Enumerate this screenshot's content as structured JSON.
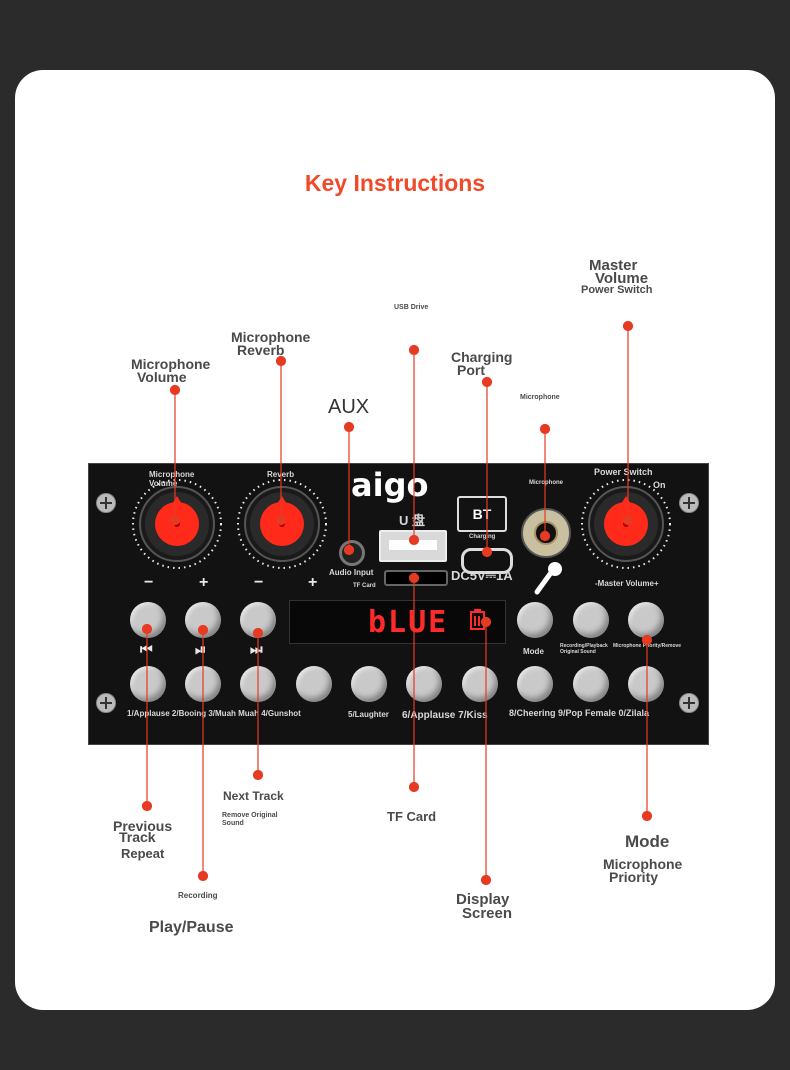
{
  "title": "Key Instructions",
  "callouts": {
    "mic_volume": [
      "Microphone",
      "Volume"
    ],
    "mic_reverb": [
      "Microphone",
      "Reverb"
    ],
    "aux": "AUX",
    "usb_drive": "USB Drive",
    "charging_port": [
      "Charging",
      "Port"
    ],
    "microphone": "Microphone",
    "master_volume": [
      "Master",
      "Volume"
    ],
    "power_switch": "Power Switch",
    "previous_track": [
      "Previous",
      "Track"
    ],
    "repeat": "Repeat",
    "recording": "Recording",
    "play_pause": "Play/Pause",
    "next_track": "Next Track",
    "remove_original_sound": [
      "Remove Original",
      "Sound"
    ],
    "tf_card": "TF Card",
    "display_screen": [
      "Display",
      "Screen"
    ],
    "mode": "Mode",
    "mic_priority": [
      "Microphone",
      "Priority"
    ]
  },
  "panel": {
    "logo": "aigo",
    "u_disk": "U 盘",
    "knob_mic_label": [
      "Microphone",
      "Volume"
    ],
    "knob_reverb_label": "Reverb",
    "power_switch_label": "Power Switch",
    "power_on": "On",
    "master_volume_label": "-Master Volume+",
    "audio_input": "Audio Input",
    "tf_card": "TF Card",
    "charging": "Charging",
    "microphone": "Microphone",
    "dc": "DC5V⎓1A",
    "bt": "BT",
    "display_text": "bLUE",
    "minus": "−",
    "plus": "+",
    "mode_btn": "Mode",
    "rec_play": "Recording/Playback",
    "original_sound": "Original Sound",
    "mic_priority_remove": "Microphone Priority/Remove",
    "bottom_labels": {
      "b1": "1/Applause 2/Booing 3/Muah Muah 4/Gunshot",
      "b5": "5/Laughter",
      "b6": "6/Applause 7/Kiss",
      "b8": "8/Cheering 9/Pop Female 0/Zilala"
    }
  },
  "colors": {
    "accent": "#f04a2a",
    "dot": "#e63a22",
    "knob": "#ff2a1a",
    "display": "#ff2a2a"
  }
}
